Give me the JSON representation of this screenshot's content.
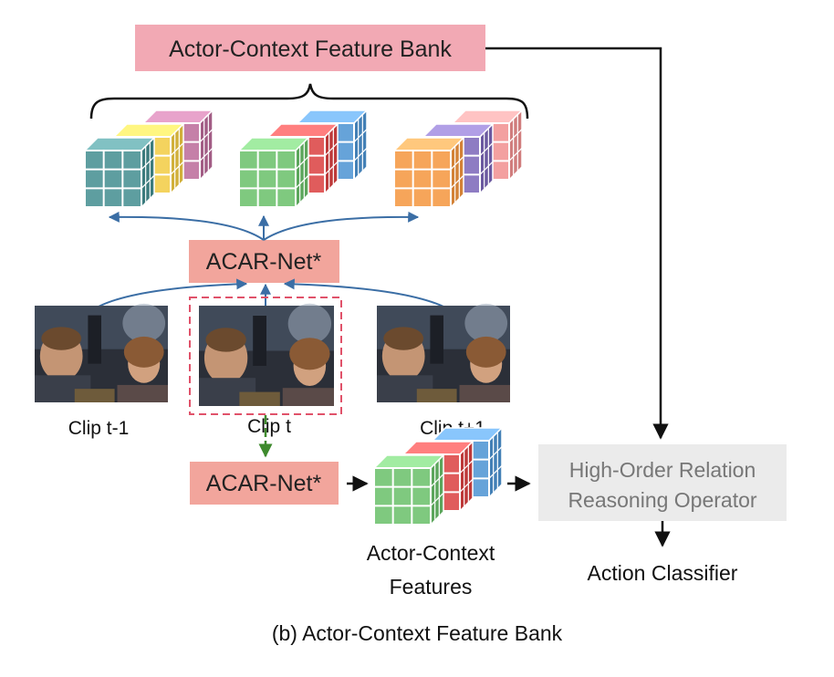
{
  "diagram": {
    "feature_bank_label": "Actor-Context Feature Bank",
    "acar_top_label": "ACAR-Net*",
    "acar_bottom_label": "ACAR-Net*",
    "clips": [
      "Clip t-1",
      "Clip t",
      "Clip t+1"
    ],
    "actor_context_features_label": [
      "Actor-Context",
      "Features"
    ],
    "hor_operator_label": [
      "High-Order Relation",
      "Reasoning Operator"
    ],
    "action_classifier_label": "Action Classifier",
    "caption": "(b) Actor-Context Feature Bank"
  },
  "colors": {
    "salmon_box": "#f2a59c",
    "pink_box": "#f2a9b4",
    "gray_box": "#ebebeb",
    "blue_arrow": "#3b6ea5",
    "green_arrow": "#3e8a2d",
    "dashed_border": "#e0526a",
    "teal_cube": "#5e9ea0",
    "yellow_cube": "#f4d35e",
    "mauve_cube": "#c580a8",
    "green_cube": "#7fc97f",
    "red_cube": "#e05c5c",
    "blue_cube": "#66a3d9",
    "orange_cube": "#f6a55a",
    "purple_cube": "#8e7cc3",
    "lightpink_cube": "#f3a0a0"
  }
}
